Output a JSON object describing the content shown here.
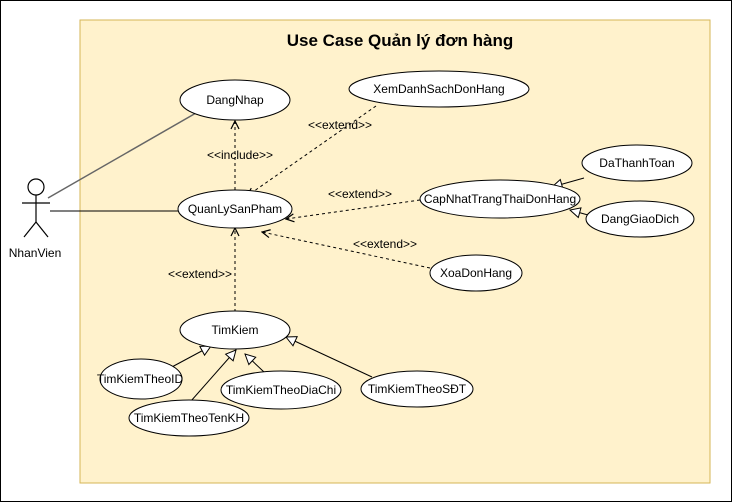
{
  "title": "Use Case Quản lý đơn hàng",
  "actor": {
    "name": "NhanVien"
  },
  "use_cases": {
    "dang_nhap": "DangNhap",
    "xem_danh_sach": "XemDanhSachDonHang",
    "quan_ly_san_pham": "QuanLySanPham",
    "cap_nhat_trang_thai": "CapNhatTrangThaiDonHang",
    "da_thanh_toan": "DaThanhToan",
    "dang_giao_dich": "DangGiaoDich",
    "xoa_don_hang": "XoaDonHang",
    "tim_kiem": "TimKiem",
    "tim_kiem_theo_id": "TimKiemTheoID",
    "tim_kiem_theo_dia_chi": "TimKiemTheoDiaChi",
    "tim_kiem_theo_sdt": "TimKiemTheoSĐT",
    "tim_kiem_theo_ten_kh": "TimKiemTheoTenKH"
  },
  "relations": {
    "include": "<<include>>",
    "extend_xem": "<<extend>>",
    "extend_cap_nhat": "<<extend>>",
    "extend_xoa": "<<extend>>",
    "extend_tim_kiem": "<<extend>>"
  },
  "colors": {
    "boundary_fill": "#fff2cc",
    "boundary_stroke": "#d6b656",
    "association": "#666666",
    "line": "#000000"
  }
}
